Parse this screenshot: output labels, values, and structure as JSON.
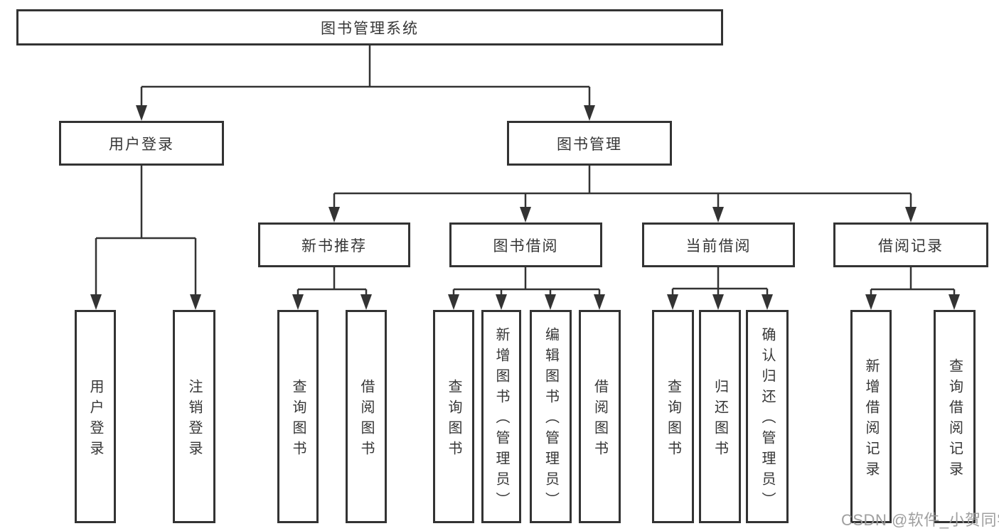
{
  "diagram": {
    "root": {
      "label": "图书管理系统"
    },
    "level2": [
      {
        "label": "用户登录"
      },
      {
        "label": "图书管理"
      }
    ],
    "level3": [
      {
        "label": "新书推荐"
      },
      {
        "label": "图书借阅"
      },
      {
        "label": "当前借阅"
      },
      {
        "label": "借阅记录"
      }
    ],
    "leaves": [
      {
        "label": "用户登录"
      },
      {
        "label": "注销登录"
      },
      {
        "label": "查询图书"
      },
      {
        "label": "借阅图书"
      },
      {
        "label": "查询图书"
      },
      {
        "label": "新增图书（管理员）"
      },
      {
        "label": "编辑图书（管理员）"
      },
      {
        "label": "借阅图书"
      },
      {
        "label": "查询图书"
      },
      {
        "label": "归还图书"
      },
      {
        "label": "确认归还（管理员）"
      },
      {
        "label": "新增借阅记录"
      },
      {
        "label": "查询借阅记录"
      }
    ],
    "watermark": "CSDN @软件_小贺同学",
    "colors": {
      "line": "#333333",
      "text": "#363636",
      "box_background": "#ffffff",
      "watermark": "#9a9a9a"
    }
  }
}
